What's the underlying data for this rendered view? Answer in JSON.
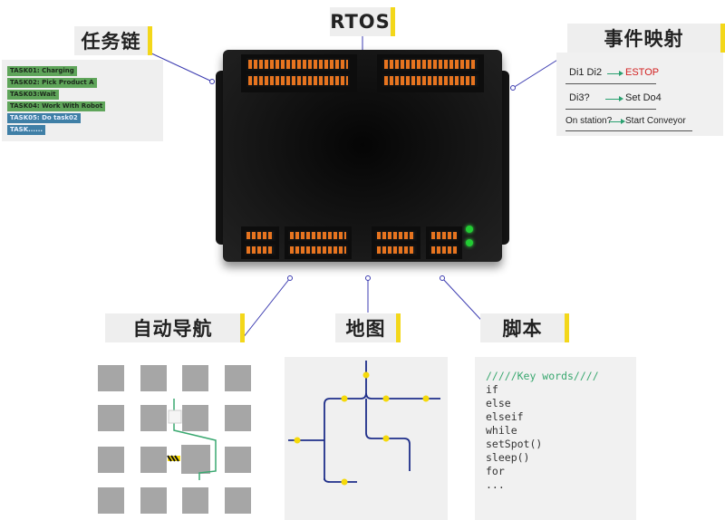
{
  "labels": {
    "rtos": "RTOS",
    "task_chain": "任务链",
    "event_map": "事件映射",
    "auto_nav": "自动导航",
    "map": "地图",
    "script": "脚本"
  },
  "tasks": [
    "TASK01: Charging",
    "TASK02: Pick Product A",
    "TASK03:Wait",
    "TASK04: Work With Robot",
    "TASK05: Do task02",
    "TASK......"
  ],
  "events": {
    "row1": {
      "left": "Di1 Di2",
      "right": "ESTOP"
    },
    "row2": {
      "left": "Di3?",
      "right": "Set Do4"
    },
    "row3": {
      "left": "On station?",
      "right": "Start  Conveyor"
    }
  },
  "script": {
    "lines": [
      "/////Key words////",
      "if",
      "else",
      "elseif",
      "while",
      "setSpot()",
      "sleep()",
      "for",
      "..."
    ]
  },
  "colors": {
    "accent_yellow": "#f3d71a",
    "estop_red": "#d21f1f",
    "task_green": "#5fa55a",
    "map_line_blue": "#1f2f8a",
    "map_node_yellow": "#f5d90a",
    "path_green": "#3aa870",
    "callout_line": "#3b3bb0"
  }
}
